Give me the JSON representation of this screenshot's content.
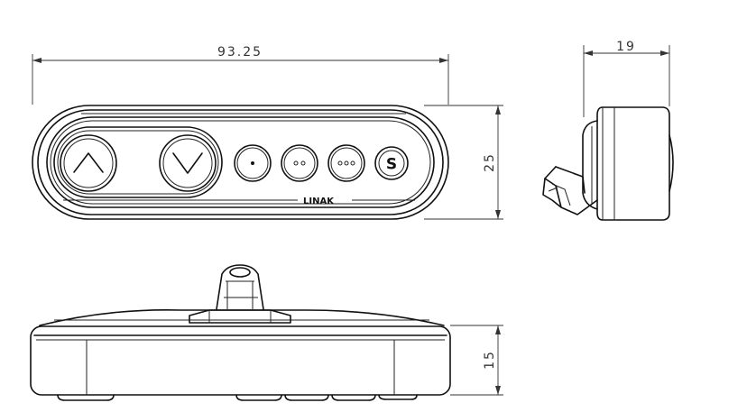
{
  "dimensions": {
    "length": "93.25",
    "height": "25",
    "depth": "19",
    "thickness": "15"
  },
  "front_view": {
    "logo_text": "LINAK",
    "buttons": [
      {
        "name": "up",
        "icon": "chevron-up-icon"
      },
      {
        "name": "down",
        "icon": "chevron-down-icon"
      },
      {
        "name": "memory-1",
        "icon": "one-dot-icon"
      },
      {
        "name": "memory-2",
        "icon": "two-dots-icon"
      },
      {
        "name": "memory-3",
        "icon": "three-dots-icon"
      },
      {
        "name": "store",
        "icon": "s-letter-icon",
        "label": "S"
      }
    ]
  },
  "colors": {
    "line": "#111111",
    "dimension": "#333333",
    "background": "#ffffff"
  }
}
